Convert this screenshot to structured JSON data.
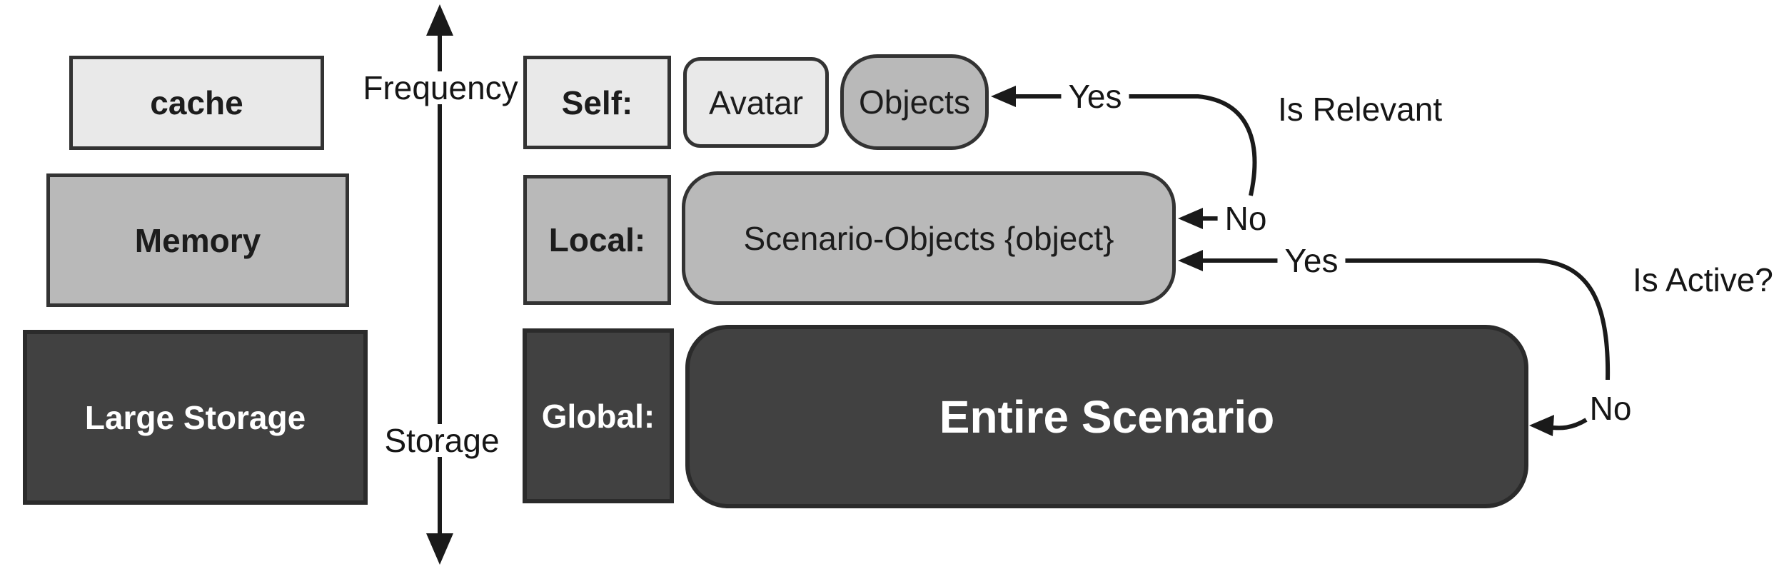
{
  "left_stack": {
    "cache_label": "cache",
    "memory_label": "Memory",
    "large_storage_label": "Large Storage"
  },
  "axis": {
    "up_label": "Frequency",
    "down_label": "Storage"
  },
  "hierarchy": {
    "self_label": "Self:",
    "avatar_label": "Avatar",
    "objects_label": "Objects",
    "local_label": "Local:",
    "scenario_objects_label": "Scenario-Objects {object}",
    "global_label": "Global:",
    "entire_scenario_label": "Entire Scenario"
  },
  "decisions": {
    "is_relevant": {
      "label": "Is Relevant",
      "yes": "Yes",
      "no": "No"
    },
    "is_active": {
      "label": "Is Active?",
      "yes": "Yes",
      "no": "No"
    }
  },
  "colors": {
    "light_fill": "#e9e9e9",
    "medium_fill": "#b9b9b9",
    "dark_fill": "#414141",
    "box_border": "#333333",
    "dark_box_border": "#2b2b2b",
    "line": "#1a1a1a",
    "text_dark": "#1c1c1c",
    "text_light": "#ffffff"
  }
}
